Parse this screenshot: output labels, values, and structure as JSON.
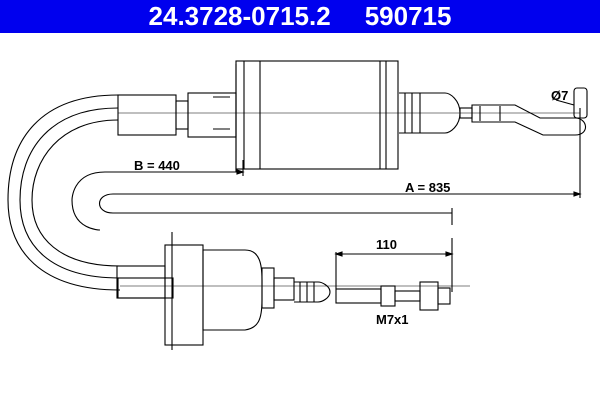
{
  "header": {
    "part_number": "24.3728-0715.2",
    "ref_number": "590715",
    "background_color": "#0000ee",
    "text_color": "#ffffff"
  },
  "dimensions": {
    "a_label": "A = 835",
    "b_label": "B = 440",
    "end_length": "110",
    "thread": "M7x1",
    "eye_diameter": "Ø7"
  },
  "drawing": {
    "subject": "clutch-cable-technical-drawing",
    "line_color": "#000000"
  }
}
